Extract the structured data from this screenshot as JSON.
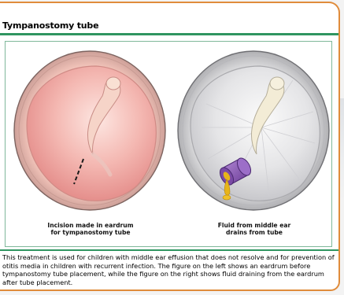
{
  "figure": {
    "title": "Tympanostomy tube",
    "left_caption_line1": "Incision made in eardrum",
    "left_caption_line2": "for tympanostomy tube",
    "right_caption_line1": "Fluid from middle ear",
    "right_caption_line2": "drains from tube",
    "description": "This treatment is used for children with middle ear effusion that does not resolve and for prevention of otitis media in children with recurrent infection. The figure on the left shows an eardrum before tympanostomy tube placement, while the figure on the right shows fluid draining from the eardrum after tube placement."
  },
  "colors": {
    "frame_border": "#e08c3b",
    "rule_green": "#2f9560",
    "inflamed_drum": "#f2b3b0",
    "healthy_drum": "#d9d9dc",
    "tube_purple": "#8a56b4",
    "fluid_yellow": "#e7b41a"
  },
  "icons": [
    "eardrum-inflamed-illustration",
    "eardrum-with-tube-illustration"
  ]
}
